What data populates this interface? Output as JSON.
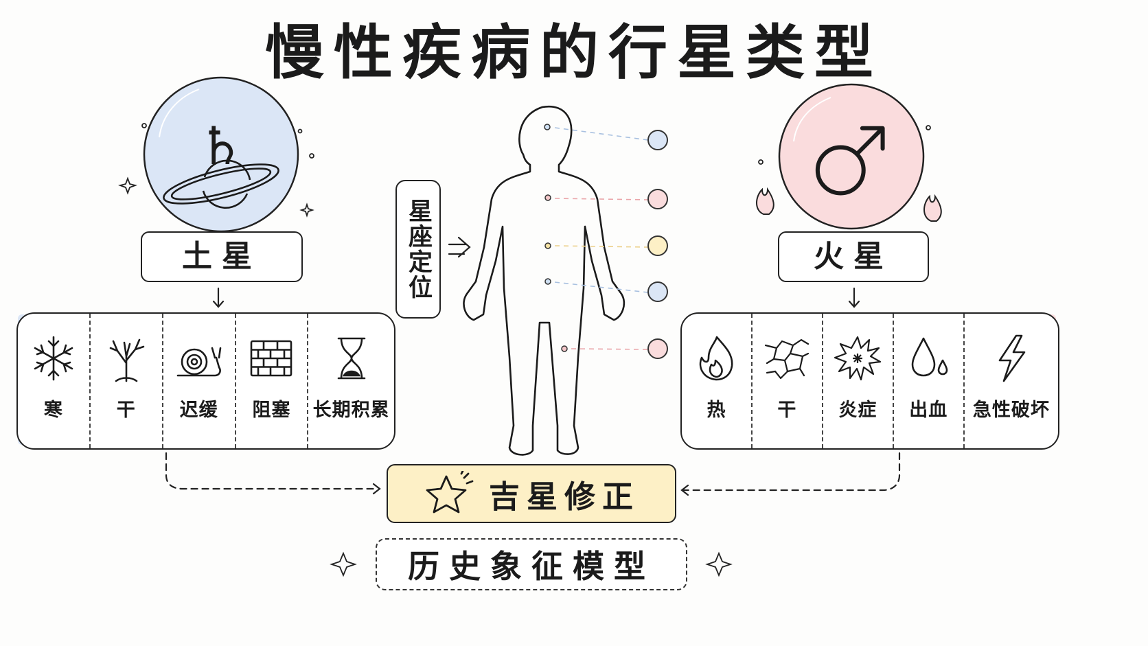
{
  "title": "慢性疾病的行星类型",
  "saturn": {
    "name": "土星",
    "symbol": "♄",
    "color": "#dbe6f6",
    "traits": [
      {
        "icon": "snowflake-icon",
        "label": "寒"
      },
      {
        "icon": "bare-tree-icon",
        "label": "干"
      },
      {
        "icon": "snail-icon",
        "label": "迟缓"
      },
      {
        "icon": "brick-wall-icon",
        "label": "阻塞"
      },
      {
        "icon": "hourglass-icon",
        "label": "长期积累"
      }
    ]
  },
  "mars": {
    "name": "火星",
    "symbol": "♂",
    "color": "#fadcdd",
    "traits": [
      {
        "icon": "flame-icon",
        "label": "热"
      },
      {
        "icon": "cracked-earth-icon",
        "label": "干"
      },
      {
        "icon": "burst-icon",
        "label": "炎症"
      },
      {
        "icon": "blood-drop-icon",
        "label": "出血"
      },
      {
        "icon": "lightning-icon",
        "label": "急性破坏"
      }
    ]
  },
  "zodiac_label": "星座定位",
  "benefic_label": "吉星修正",
  "model_label": "历史象征模型",
  "body_points": [
    {
      "part": "head",
      "color": "#b9cce8"
    },
    {
      "part": "chest",
      "color": "#f0b9bc"
    },
    {
      "part": "abdomen",
      "color": "#f4dc95"
    },
    {
      "part": "pelvis",
      "color": "#b9cce8"
    },
    {
      "part": "thigh",
      "color": "#f0b9bc"
    }
  ]
}
